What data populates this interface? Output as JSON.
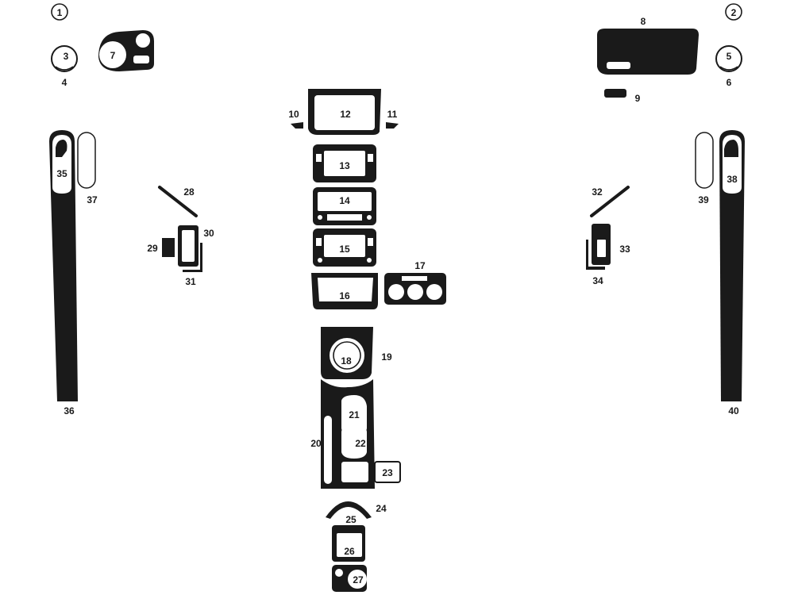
{
  "labels": {
    "p1": "1",
    "p2": "2",
    "p3": "3",
    "p4": "4",
    "p5": "5",
    "p6": "6",
    "p7": "7",
    "p8": "8",
    "p9": "9",
    "p10": "10",
    "p11": "11",
    "p12": "12",
    "p13": "13",
    "p14": "14",
    "p15": "15",
    "p16": "16",
    "p17": "17",
    "p18": "18",
    "p19": "19",
    "p20": "20",
    "p21": "21",
    "p22": "22",
    "p23": "23",
    "p24": "24",
    "p25": "25",
    "p26": "26",
    "p27": "27",
    "p28": "28",
    "p29": "29",
    "p30": "30",
    "p31": "31",
    "p32": "32",
    "p33": "33",
    "p34": "34",
    "p35": "35",
    "p36": "36",
    "p37": "37",
    "p38": "38",
    "p39": "39",
    "p40": "40"
  },
  "colors": {
    "piece": "#1a1a1a",
    "background": "#ffffff"
  }
}
